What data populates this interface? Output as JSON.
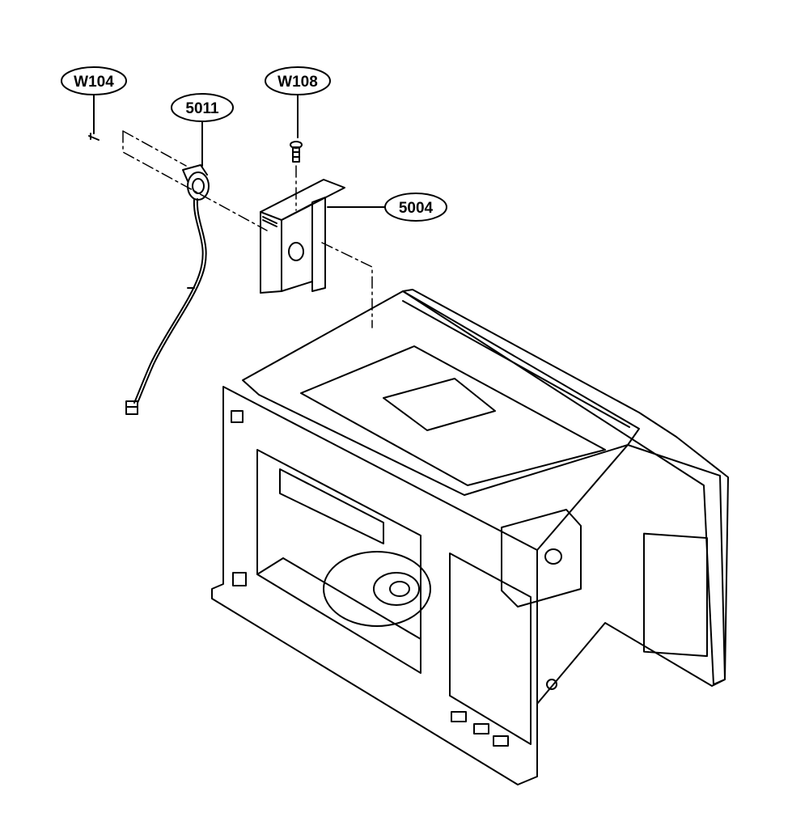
{
  "callouts": [
    {
      "id": "w104",
      "label": "W104"
    },
    {
      "id": "5011",
      "label": "5011"
    },
    {
      "id": "w108",
      "label": "W108"
    },
    {
      "id": "5004",
      "label": "5004"
    }
  ],
  "colors": {
    "line": "#000000",
    "background": "#ffffff"
  }
}
